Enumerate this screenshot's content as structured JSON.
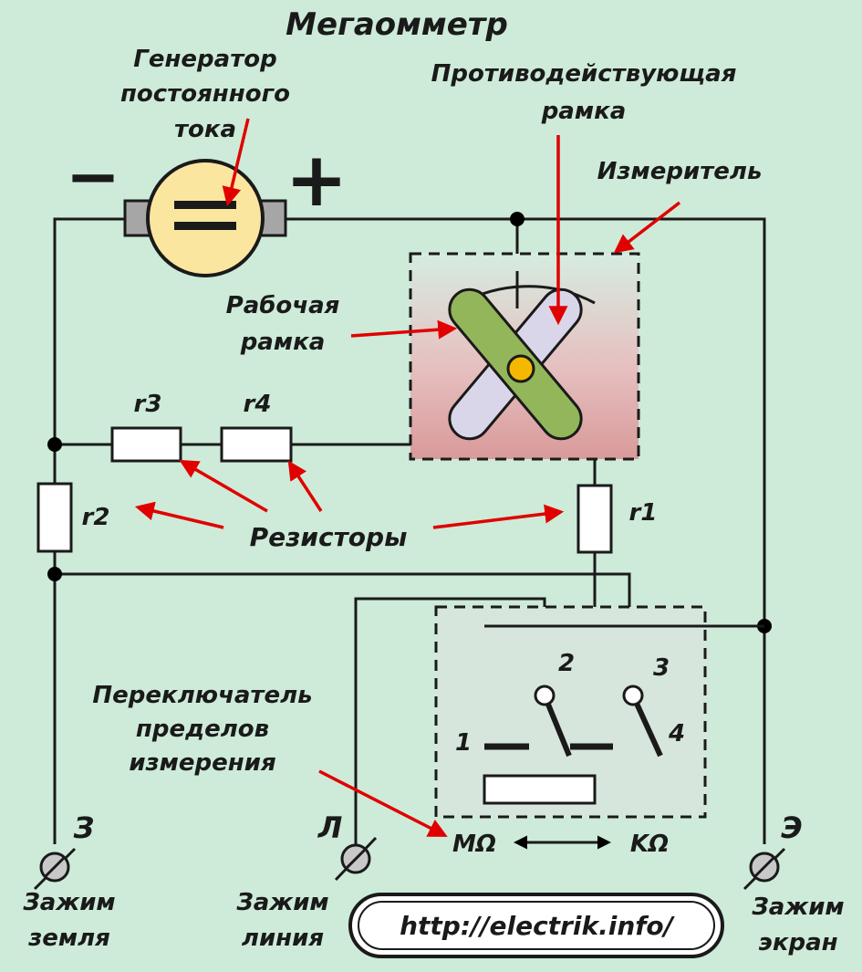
{
  "title": "Мегаомметр",
  "labels": {
    "generator": [
      "Генератор",
      "постоянного",
      "тока"
    ],
    "counter_frame": [
      "Противодействующая",
      "рамка"
    ],
    "meter": "Измеритель",
    "working_frame": [
      "Рабочая",
      "рамка"
    ],
    "resistors": "Резисторы",
    "switch": [
      "Переключатель",
      "пределов",
      "измерения"
    ],
    "minus": "−",
    "plus": "+"
  },
  "resistor_names": {
    "r1": "r1",
    "r2": "r2",
    "r3": "r3",
    "r4": "r4"
  },
  "switch_contacts": {
    "c1": "1",
    "c2": "2",
    "c3": "3",
    "c4": "4"
  },
  "range": {
    "mega": "MΩ",
    "kilo": "KΩ"
  },
  "terminals": {
    "ground": {
      "letter": "З",
      "label": [
        "Зажим",
        "земля"
      ]
    },
    "line": {
      "letter": "Л",
      "label": [
        "Зажим",
        "линия"
      ]
    },
    "screen": {
      "letter": "Э",
      "label": [
        "Зажим",
        "экран"
      ]
    }
  },
  "url": "http://electrik.info/",
  "colors": {
    "background": "#cdebd8",
    "arrow": "#e00000",
    "generator_fill": "#fbe6a0",
    "working_frame": "#93b65a",
    "counter_frame": "#d9d6ea",
    "pivot": "#f5b800"
  }
}
